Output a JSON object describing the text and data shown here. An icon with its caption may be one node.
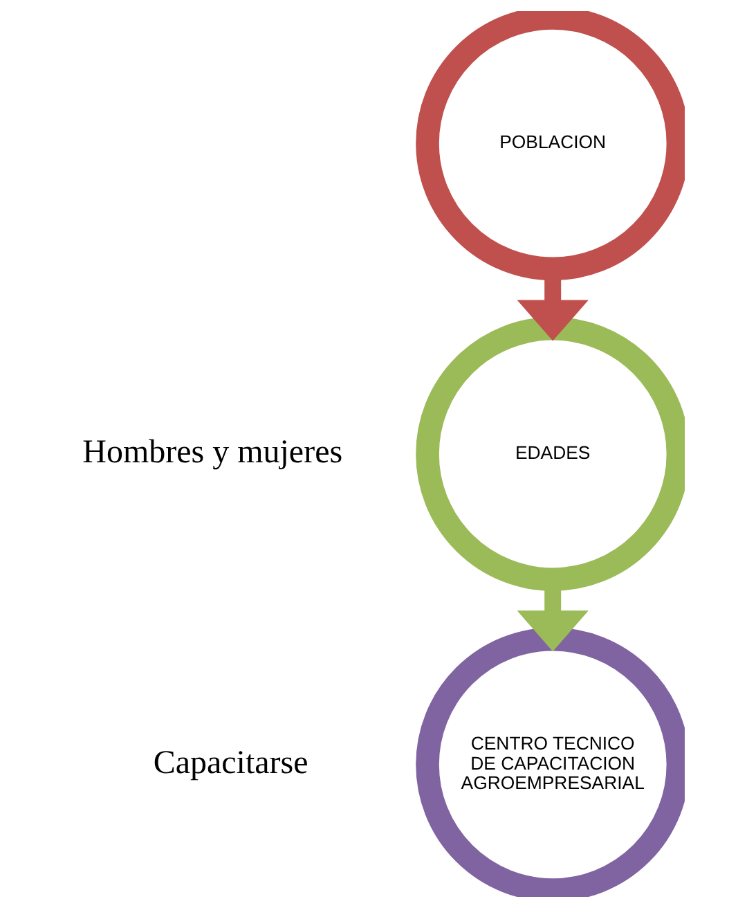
{
  "diagram": {
    "nodes": [
      {
        "text": [
          "POBLACION"
        ]
      },
      {
        "text": [
          "EDADES"
        ]
      },
      {
        "text": [
          "CENTRO TECNICO DE CAPACITACION AGROEMPRESARIAL"
        ]
      }
    ],
    "edges": [
      {
        "from": 0,
        "to": 1,
        "arrow": "to",
        "color": "#c0504d"
      },
      {
        "from": 1,
        "to": 2,
        "arrow": "to",
        "color": "#9bbb59"
      }
    ],
    "labels": [
      "Hombres y mujeres",
      "Capacitarse"
    ]
  }
}
